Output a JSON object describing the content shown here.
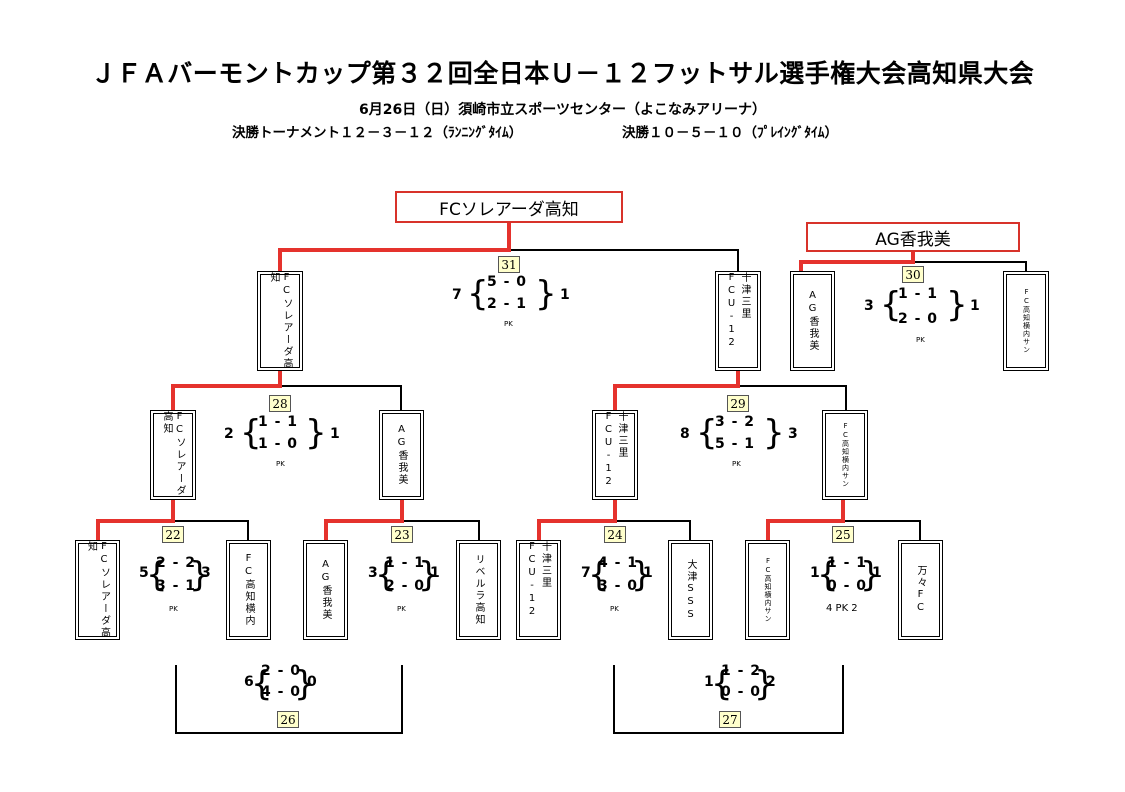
{
  "header": {
    "title": "ＪＦＡバーモントカップ第３２回全日本Ｕ－１２フットサル選手権大会高知県大会",
    "date_venue": "6月26日（日）須崎市立スポーツセンター（よこなみアリーナ）",
    "rule_left": "決勝トーナメント１２－３－１２（ﾗﾝﾆﾝｸﾞﾀｲﾑ）",
    "rule_right": "決勝１０－５－１０（ﾌﾟﾚｲﾝｸﾞﾀｲﾑ）"
  },
  "champion": "FCソレアーダ高知",
  "third_place": "AG香我美",
  "teams": {
    "t1": "FCソレアーダ高知",
    "t2": "FC高知横内",
    "t3": "AG香我美",
    "t4": "リベルラ高知",
    "t5": "十津三里FCU-12",
    "t6": "大津SSS",
    "t7": "FC高知横内サン",
    "t8": "万々FC",
    "r2a": "FCソレアーダ高知",
    "r2b": "AG香我美",
    "r2c": "十津三里FCU-12",
    "r2d": "FC高知横内サン",
    "sfa": "FCソレアーダ高知",
    "sfb": "十津三里FCU-12",
    "tpa": "AG香我美",
    "tpb": "FC高知横内サン"
  },
  "matches": {
    "m22": {
      "no": "22",
      "left": "5",
      "right": "3",
      "h1": "2 - 2",
      "h2": "3 - 1",
      "pk": "PK"
    },
    "m23": {
      "no": "23",
      "left": "3",
      "right": "1",
      "h1": "1 - 1",
      "h2": "2 - 0",
      "pk": "PK"
    },
    "m24": {
      "no": "24",
      "left": "7",
      "right": "1",
      "h1": "4 - 1",
      "h2": "3 - 0",
      "pk": "PK"
    },
    "m25": {
      "no": "25",
      "left": "1",
      "right": "1",
      "h1": "1 - 1",
      "h2": "0 - 0",
      "pk": "4  PK  2"
    },
    "m26": {
      "no": "26",
      "left": "6",
      "right": "0",
      "h1": "2 - 0",
      "h2": "4 - 0"
    },
    "m27": {
      "no": "27",
      "left": "1",
      "right": "2",
      "h1": "1 - 2",
      "h2": "0 - 0"
    },
    "m28": {
      "no": "28",
      "left": "2",
      "right": "1",
      "h1": "1 - 1",
      "h2": "1 - 0",
      "pk": "PK"
    },
    "m29": {
      "no": "29",
      "left": "8",
      "right": "3",
      "h1": "3 - 2",
      "h2": "5 - 1",
      "pk": "PK"
    },
    "m30": {
      "no": "30",
      "left": "3",
      "right": "1",
      "h1": "1 - 1",
      "h2": "2 - 0",
      "pk": "PK"
    },
    "m31": {
      "no": "31",
      "left": "7",
      "right": "1",
      "h1": "5 - 0",
      "h2": "2 - 1",
      "pk": "PK"
    }
  },
  "colors": {
    "winner_line": "#e5322d",
    "line": "#000000",
    "number_bg": "#ffffcc"
  }
}
